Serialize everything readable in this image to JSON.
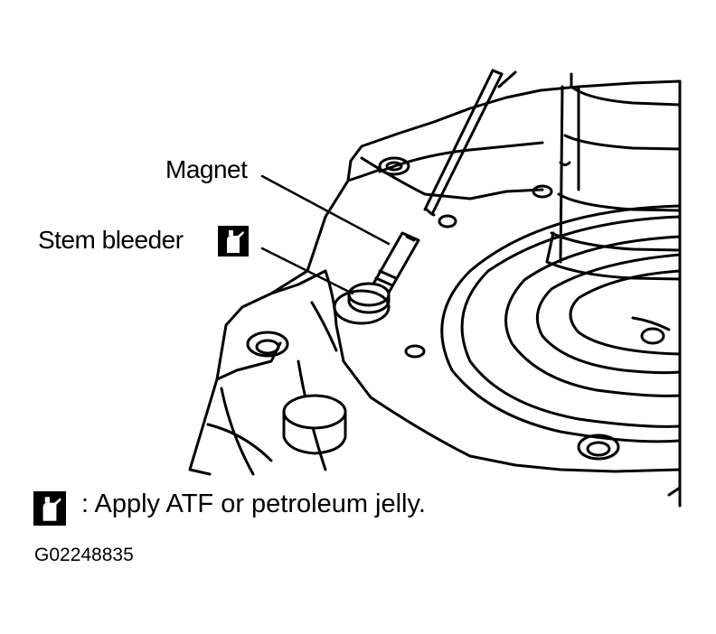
{
  "labels": {
    "magnet": "Magnet",
    "stem_bleeder": "Stem bleeder"
  },
  "legend": {
    "icon": "apply-fluid-icon",
    "text": ":  Apply ATF or petroleum jelly."
  },
  "figure_id": "G02248835",
  "colors": {
    "ink": "#000000",
    "paper": "#ffffff"
  }
}
